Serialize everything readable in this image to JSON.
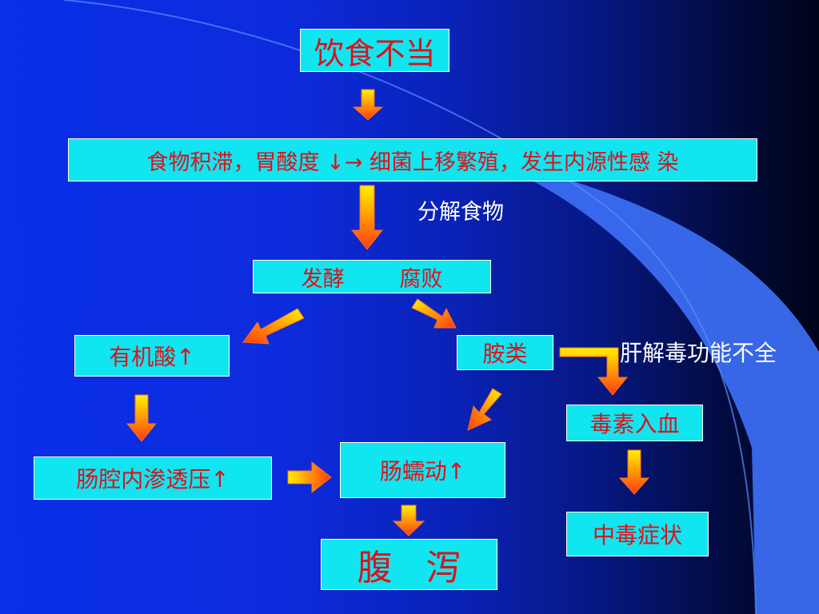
{
  "colors": {
    "box_fill": "#0fe6f0",
    "box_text": "#e0101a",
    "label_text": "#ffffff",
    "arrow_top": "#fff200",
    "arrow_bottom": "#ff3a10"
  },
  "boxes": {
    "poor_diet": "饮食不当",
    "food_stagnation": "食物积滞，胃酸度 ↓→  细菌上移繁殖，发生内源性感 染",
    "fermentation": "发酵        腐败",
    "organic_acid": "有机酸↑",
    "amines": "胺类",
    "toxins_blood": "毒素入血",
    "osmotic_pressure": "肠腔内渗透压↑",
    "peristalsis": "肠蠕动↑",
    "poisoning_symptoms": "中毒症状",
    "diarrhea": "腹   泻"
  },
  "labels": {
    "decompose_food": "分解食物",
    "liver_detox": "肝解毒功能不全"
  }
}
